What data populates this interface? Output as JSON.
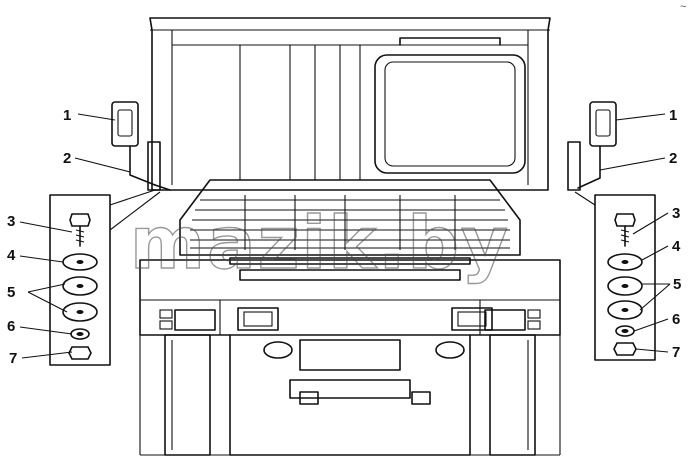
{
  "diagram": {
    "subject": "truck-front-mirror-mounting",
    "callouts_left": [
      "1",
      "2",
      "3",
      "4",
      "5",
      "6",
      "7"
    ],
    "callouts_right": [
      "1",
      "2",
      "3",
      "4",
      "5",
      "6",
      "7"
    ],
    "watermark": "mazik.by",
    "corner_mark": "~"
  }
}
